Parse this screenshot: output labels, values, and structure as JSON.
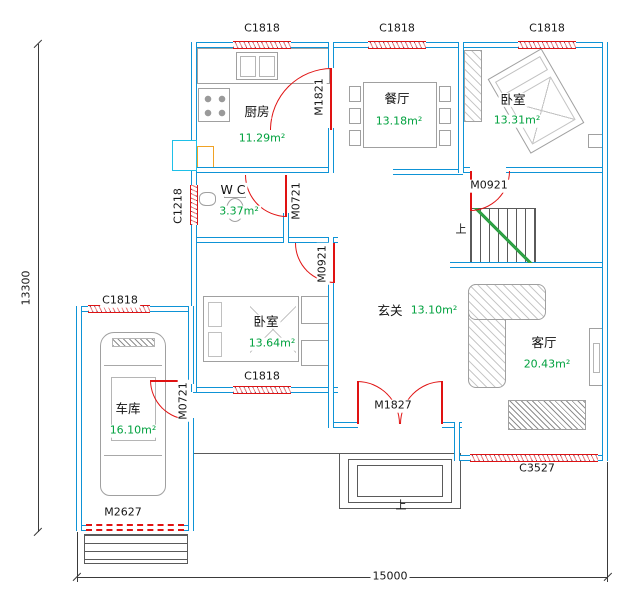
{
  "plan": {
    "rooms": {
      "kitchen": {
        "name": "厨房",
        "area": "11.29m²"
      },
      "dining": {
        "name": "餐厅",
        "area": "13.18m²"
      },
      "bedroom_right": {
        "name": "卧室",
        "area": "13.31m²"
      },
      "wc": {
        "name": "W C",
        "area": "3.37m²"
      },
      "bedroom_left": {
        "name": "卧室",
        "area": "13.64m²"
      },
      "foyer": {
        "name": "玄关",
        "area": "13.10m²"
      },
      "living": {
        "name": "客厅",
        "area": "20.43m²"
      },
      "garage": {
        "name": "车库",
        "area": "16.10m²"
      }
    },
    "openings": {
      "win_top_kitchen": "C1818",
      "win_top_dining": "C1818",
      "win_top_bedroom": "C1818",
      "win_wc_side": "C1218",
      "win_garage_top": "C1818",
      "win_bedroom_left": "C1818",
      "win_living_south": "C3527",
      "door_kitchen": "M1821",
      "door_bedroom_right": "M0921",
      "door_wc": "M0721",
      "door_bedroom_left": "M0921",
      "door_garage_side": "M0721",
      "door_entry_main": "M1827",
      "door_garage_main": "M2627"
    },
    "dimensions": {
      "total_height": "13300",
      "total_width": "15000"
    },
    "labels": {
      "stair_up": "上",
      "porch_up": "上"
    }
  },
  "colors": {
    "wall": "#0e93d6",
    "opening": "#e01212",
    "area_green": "#00a13e",
    "dim": "#3a3a3a",
    "furniture": "#a0a0a0",
    "stair_green": "#2fa045",
    "flue_cyan": "#1ec0e8",
    "heater_orange": "#f0a224"
  }
}
